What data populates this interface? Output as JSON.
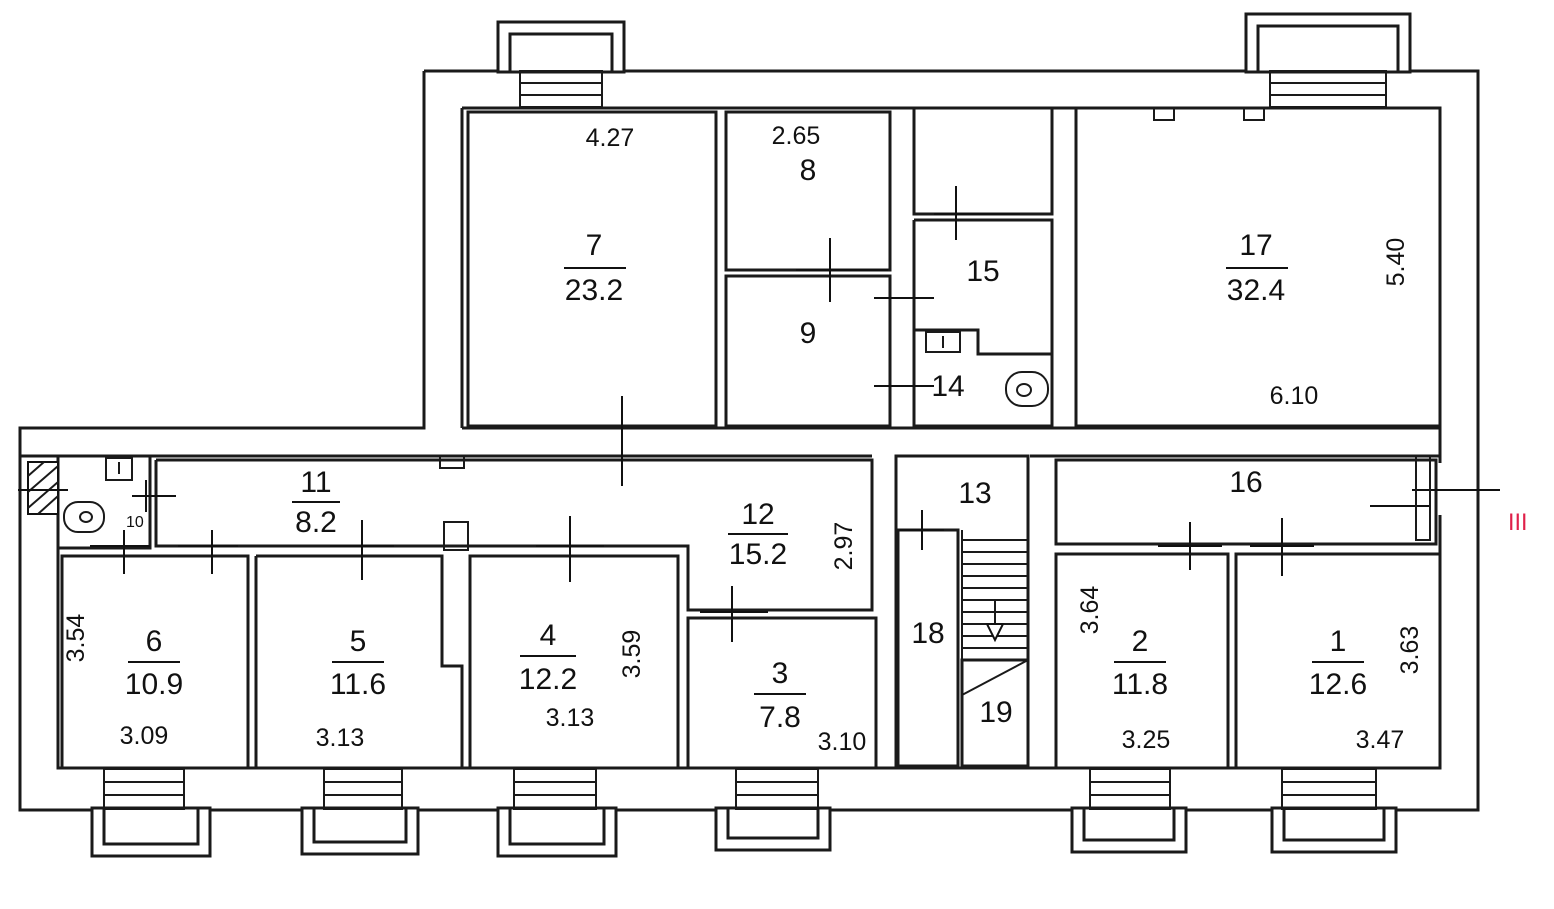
{
  "rooms": [
    {
      "id": "r1",
      "number": "1",
      "area": "12.6"
    },
    {
      "id": "r2",
      "number": "2",
      "area": "11.8"
    },
    {
      "id": "r3",
      "number": "3",
      "area": "7.8"
    },
    {
      "id": "r4",
      "number": "4",
      "area": "12.2"
    },
    {
      "id": "r5",
      "number": "5",
      "area": "11.6"
    },
    {
      "id": "r6",
      "number": "6",
      "area": "10.9"
    },
    {
      "id": "r7",
      "number": "7",
      "area": "23.2"
    },
    {
      "id": "r8",
      "number": "8"
    },
    {
      "id": "r9",
      "number": "9"
    },
    {
      "id": "r10",
      "number": "10"
    },
    {
      "id": "r11",
      "number": "11",
      "area": "8.2"
    },
    {
      "id": "r12",
      "number": "12",
      "area": "15.2"
    },
    {
      "id": "r13",
      "number": "13"
    },
    {
      "id": "r14",
      "number": "14"
    },
    {
      "id": "r15",
      "number": "15"
    },
    {
      "id": "r16",
      "number": "16"
    },
    {
      "id": "r17",
      "number": "17",
      "area": "32.4"
    },
    {
      "id": "r18",
      "number": "18"
    },
    {
      "id": "r19",
      "number": "19"
    }
  ],
  "dimensions": {
    "r7_width": "4.27",
    "r8_width": "2.65",
    "r17_height": "5.40",
    "r17_width": "6.10",
    "r12_height": "2.97",
    "r6_height": "3.54",
    "r6_width": "3.09",
    "r5_width": "3.13",
    "r4_height": "3.59",
    "r4_width": "3.13",
    "r3_width": "3.10",
    "r2_height": "3.64",
    "r2_width": "3.25",
    "r1_height": "3.63",
    "r1_width": "3.47"
  },
  "section_mark": "III",
  "colors": {
    "walls": "#1a1a1a",
    "section_mark": "#e0204a"
  }
}
